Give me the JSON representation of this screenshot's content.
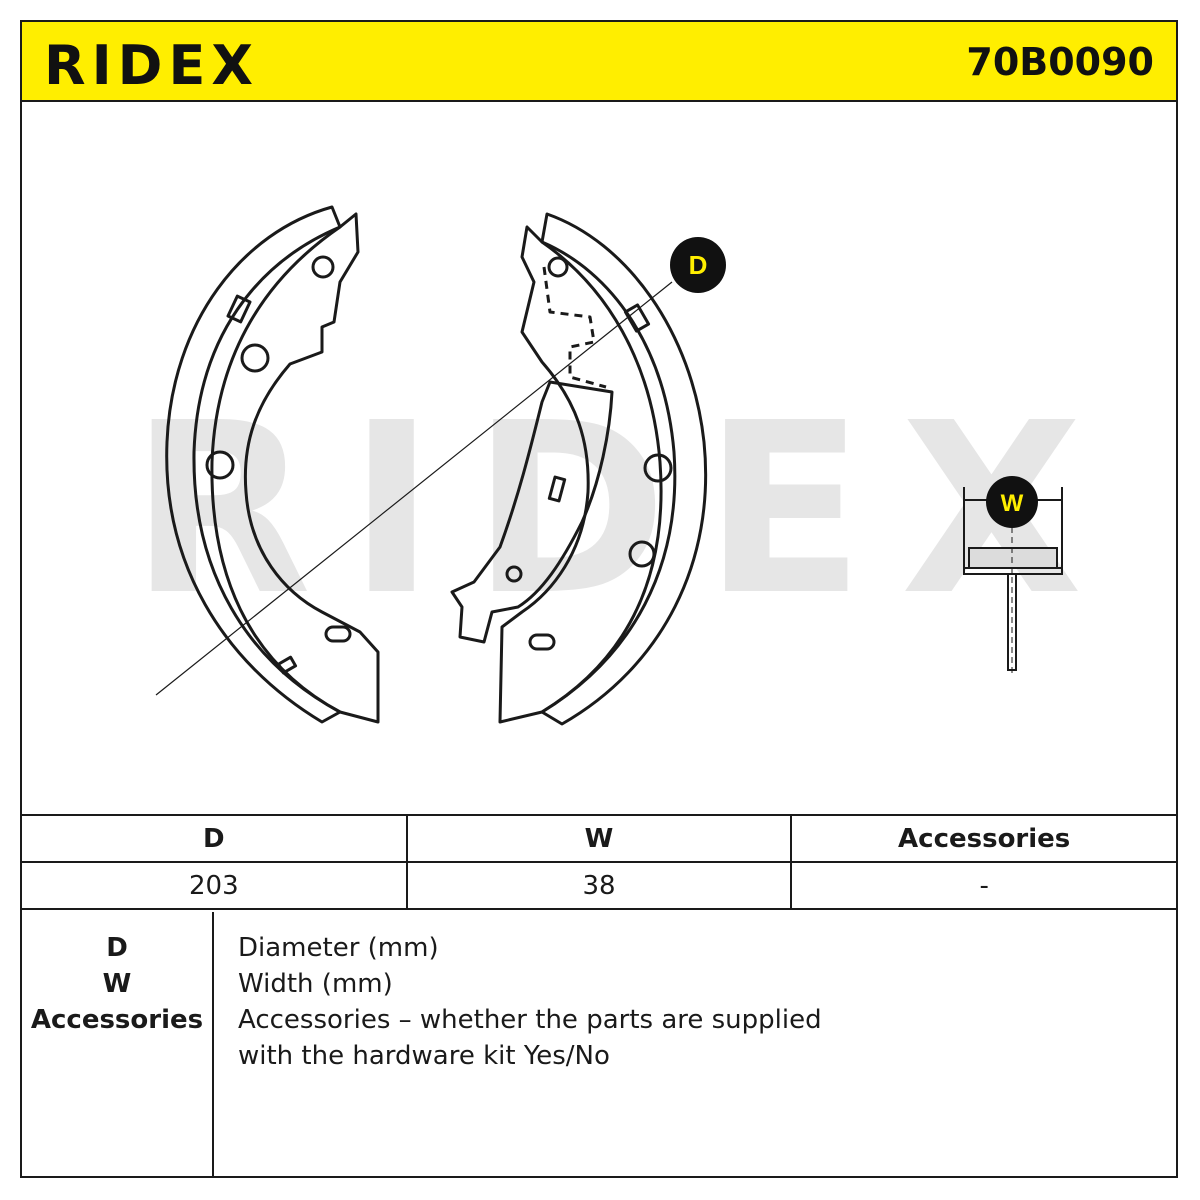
{
  "header": {
    "brand": "RIDEX",
    "part_number": "70B0090"
  },
  "drawing": {
    "watermark": "RIDEX",
    "callouts": {
      "d": "D",
      "w": "W"
    }
  },
  "colors": {
    "brand_yellow": "#ffee00",
    "line": "#1a1a1a",
    "watermark": "#e6e6e6"
  },
  "spec_table": {
    "headers": [
      "D",
      "W",
      "Accessories"
    ],
    "values": [
      "203",
      "38",
      "-"
    ]
  },
  "legend": {
    "keys": [
      "D",
      "W",
      "Accessories"
    ],
    "definitions": [
      "Diameter (mm)",
      "Width (mm)",
      "Accessories – whether the parts are supplied",
      "with the hardware kit Yes/No"
    ]
  }
}
